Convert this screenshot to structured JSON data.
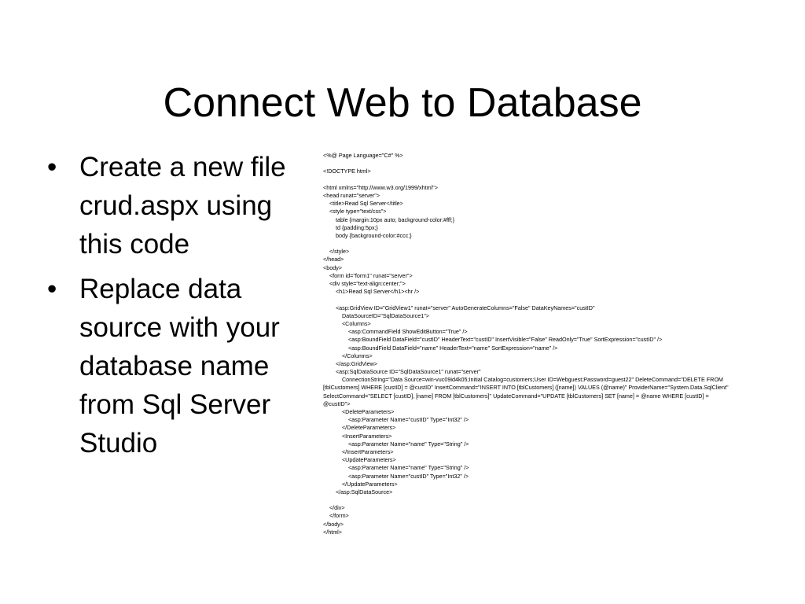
{
  "slide": {
    "title": "Connect Web to Database",
    "bullet_marker": "•",
    "bullets": [
      "Create a new file crud.aspx using this code",
      "Replace data source with your database name from Sql Server Studio"
    ]
  },
  "code": {
    "lines": [
      "<%@ Page Language=\"C#\" %>",
      "",
      "<!DOCTYPE html>",
      "",
      "<html xmlns=\"http://www.w3.org/1999/xhtml\">",
      "<head runat=\"server\">",
      "    <title>Read Sql Server</title>",
      "    <style type=\"text/css\">",
      "        table {margin:10px auto; background-color:#fff;}",
      "        td {padding:5px;}",
      "        body {background-color:#ccc;}",
      "",
      "    </style>",
      "</head>",
      "<body>",
      "    <form id=\"form1\" runat=\"server\">",
      "    <div style=\"text-align:center;\">",
      "        <h1>Read Sql Server</h1><hr />",
      "",
      "        <asp:GridView ID=\"GridView1\" runat=\"server\" AutoGenerateColumns=\"False\" DataKeyNames=\"custID\"",
      "            DataSourceID=\"SqlDataSource1\">",
      "            <Columns>",
      "                <asp:CommandField ShowEditButton=\"True\" />",
      "                <asp:BoundField DataField=\"custID\" HeaderText=\"custID\" InsertVisible=\"False\" ReadOnly=\"True\" SortExpression=\"custID\" />",
      "                <asp:BoundField DataField=\"name\" HeaderText=\"name\" SortExpression=\"name\" />",
      "            </Columns>",
      "        </asp:GridView>",
      "        <asp:SqlDataSource ID=\"SqlDataSource1\" runat=\"server\"",
      "            ConnectionString=\"Data Source=win-vuc09id4k05;Initial Catalog=customers;User ID=Webguest;Password=guest22\" DeleteCommand=\"DELETE FROM",
      "[tblCustomers] WHERE [custID] = @custID\" InsertCommand=\"INSERT INTO [tblCustomers] ([name]) VALUES (@name)\" ProviderName=\"System.Data.SqlClient\"",
      "SelectCommand=\"SELECT [custID], [name] FROM [tblCustomers]\" UpdateCommand=\"UPDATE [tblCustomers] SET [name] = @name WHERE [custID] =",
      "@custID\">",
      "            <DeleteParameters>",
      "                <asp:Parameter Name=\"custID\" Type=\"Int32\" />",
      "            </DeleteParameters>",
      "            <InsertParameters>",
      "                <asp:Parameter Name=\"name\" Type=\"String\" />",
      "            </InsertParameters>",
      "            <UpdateParameters>",
      "                <asp:Parameter Name=\"name\" Type=\"String\" />",
      "                <asp:Parameter Name=\"custID\" Type=\"Int32\" />",
      "            </UpdateParameters>",
      "        </asp:SqlDataSource>",
      "",
      "    </div>",
      "    </form>",
      "</body>",
      "</html>"
    ]
  }
}
